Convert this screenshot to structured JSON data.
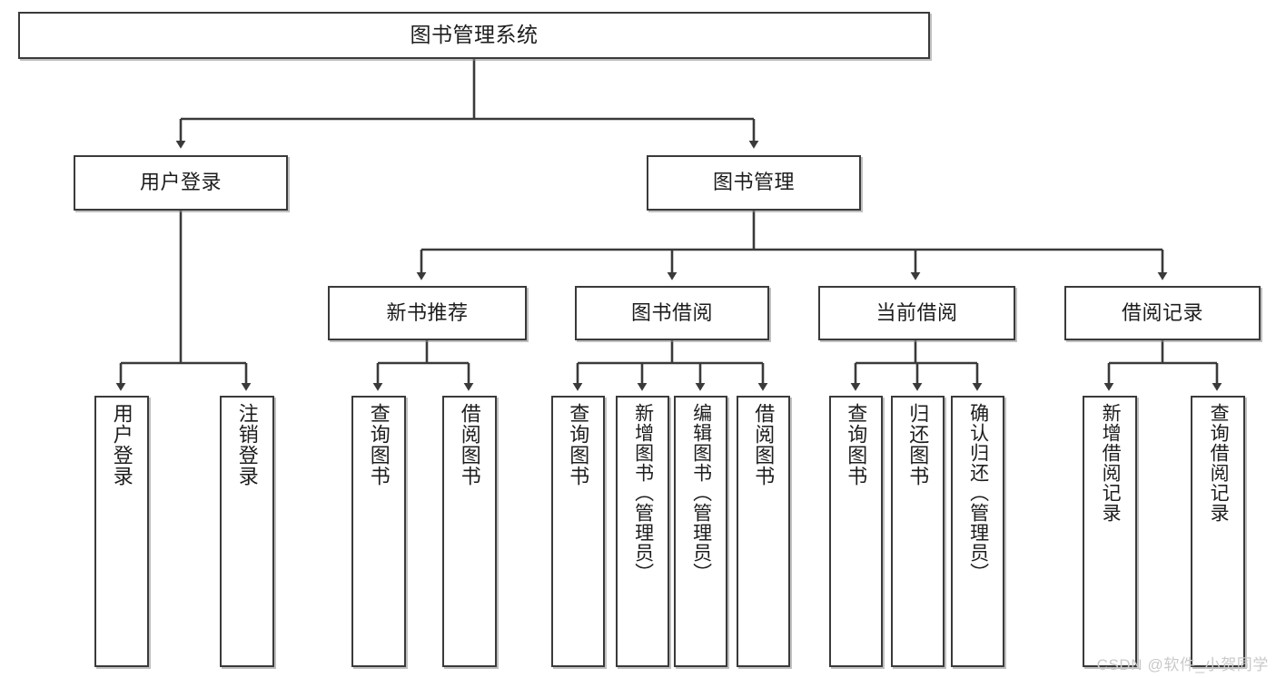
{
  "diagram": {
    "title": "图书管理系统",
    "type": "tree",
    "root": {
      "label": "图书管理系统"
    },
    "level2": [
      {
        "label": "用户登录"
      },
      {
        "label": "图书管理"
      }
    ],
    "level3": [
      {
        "label": "新书推荐"
      },
      {
        "label": "图书借阅"
      },
      {
        "label": "当前借阅"
      },
      {
        "label": "借阅记录"
      }
    ],
    "leaves": {
      "user_login": [
        {
          "label": "用户登录"
        },
        {
          "label": "注销登录"
        }
      ],
      "new_book_recommend": [
        {
          "label": "查询图书"
        },
        {
          "label": "借阅图书"
        }
      ],
      "book_borrow": [
        {
          "label": "查询图书"
        },
        {
          "label": "新增图书（管理员）"
        },
        {
          "label": "编辑图书（管理员）"
        },
        {
          "label": "借阅图书"
        }
      ],
      "current_borrow": [
        {
          "label": "查询图书"
        },
        {
          "label": "归还图书"
        },
        {
          "label": "确认归还（管理员）"
        }
      ],
      "borrow_record": [
        {
          "label": "新增借阅记录"
        },
        {
          "label": "查询借阅记录"
        }
      ]
    }
  },
  "watermark": {
    "text": "CSDN @软件_小贺同学"
  },
  "colors": {
    "stroke": "#3a3a3a",
    "box_fill": "#ffffff",
    "text": "#1d1d1d",
    "watermark": "#c9c9c9",
    "background": "#ffffff"
  }
}
